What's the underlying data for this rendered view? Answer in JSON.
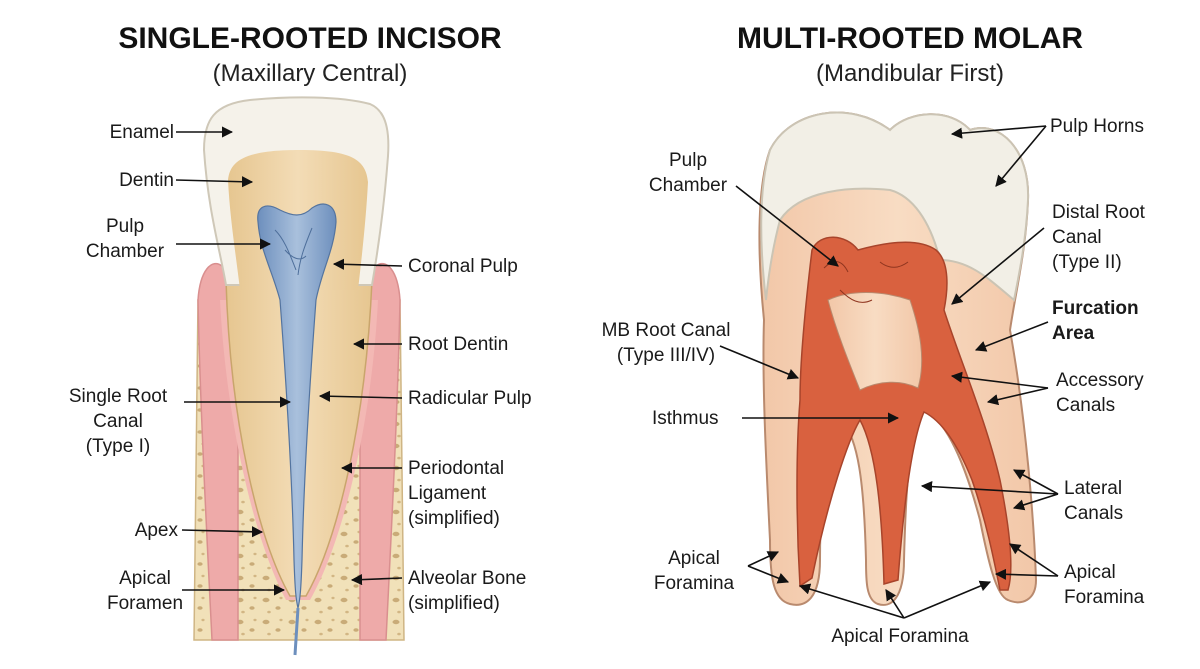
{
  "incisor": {
    "title": "SINGLE-ROOTED INCISOR",
    "subtitle": "(Maxillary Central)",
    "labels": {
      "enamel": [
        "Enamel"
      ],
      "dentin": [
        "Dentin"
      ],
      "pulp_chamber": [
        "Pulp",
        "Chamber"
      ],
      "coronal_pulp": [
        "Coronal Pulp"
      ],
      "root_dentin": [
        "Root Dentin"
      ],
      "single_root_canal": [
        "Single Root",
        "Canal",
        "(Type I)"
      ],
      "radicular_pulp": [
        "Radicular Pulp"
      ],
      "periodontal_ligament": [
        "Periodontal",
        "Ligament",
        "(simplified)"
      ],
      "apex": [
        "Apex"
      ],
      "apical_foramen": [
        "Apical",
        "Foramen"
      ],
      "alveolar_bone": [
        "Alveolar Bone",
        "(simplified)"
      ]
    }
  },
  "molar": {
    "title": "MULTI-ROOTED MOLAR",
    "subtitle": "(Mandibular First)",
    "labels": {
      "pulp_chamber": [
        "Pulp",
        "Chamber"
      ],
      "pulp_horns": [
        "Pulp Horns"
      ],
      "distal_root_canal": [
        "Distal Root",
        "Canal",
        "(Type II)"
      ],
      "furcation_area": [
        "Furcation",
        "Area"
      ],
      "mb_root_canal": [
        "MB Root Canal",
        "(Type III/IV)"
      ],
      "accessory_canals": [
        "Accessory",
        "Canals"
      ],
      "isthmus": [
        "Isthmus"
      ],
      "lateral_canals": [
        "Lateral",
        "Canals"
      ],
      "apical_foramina_left": [
        "Apical",
        "Foramina"
      ],
      "apical_foramina_right": [
        "Apical",
        "Foramina"
      ],
      "apical_foramina_bottom": [
        "Apical Foramina"
      ]
    }
  },
  "colors": {
    "enamel": "#f4f1e8",
    "dentin": "#ecd2a8",
    "pulp_blue": "#7e9fc9",
    "pulp_orange": "#d9603f",
    "gum_pink": "#eea9a9",
    "bone": "#f0dfb6",
    "arrow": "#111111"
  }
}
